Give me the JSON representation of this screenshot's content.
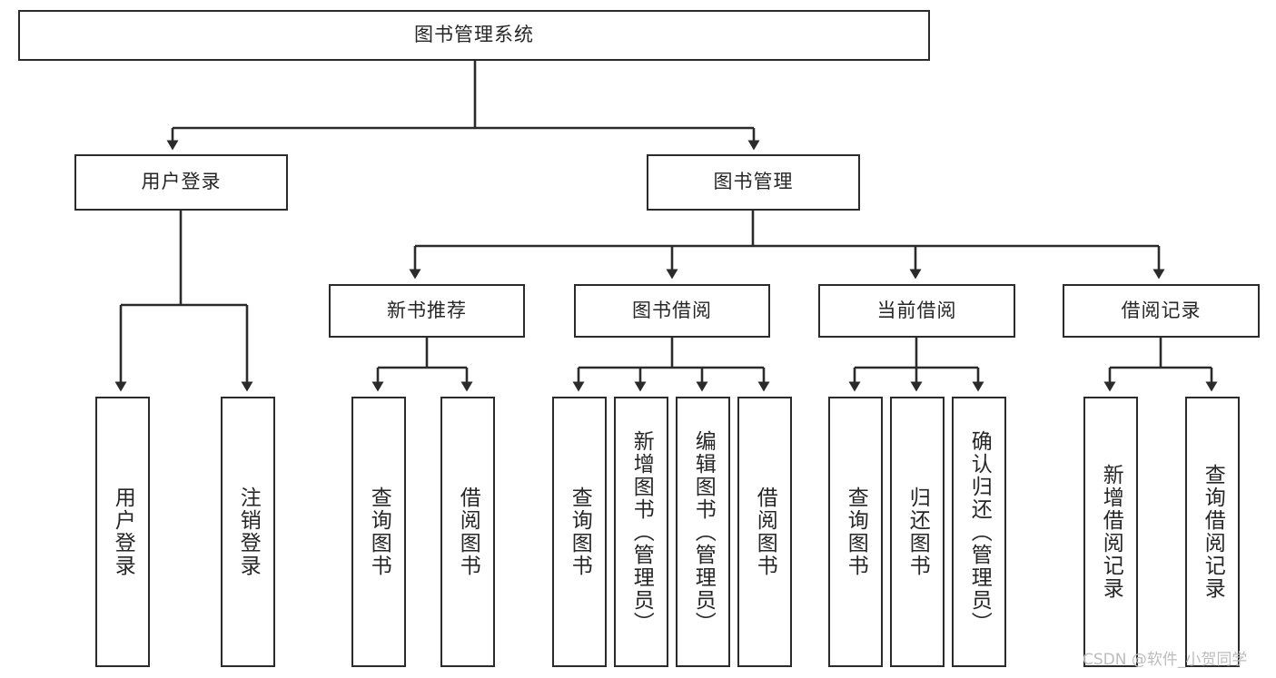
{
  "diagram": {
    "type": "tree-hierarchy",
    "title": "图书管理系统",
    "root": {
      "label": "图书管理系统"
    },
    "level2": [
      {
        "label": "用户登录"
      },
      {
        "label": "图书管理"
      }
    ],
    "level3": [
      {
        "label": "新书推荐"
      },
      {
        "label": "图书借阅"
      },
      {
        "label": "当前借阅"
      },
      {
        "label": "借阅记录"
      }
    ],
    "leaves_user_login": [
      {
        "label": "用户登录"
      },
      {
        "label": "注销登录"
      }
    ],
    "leaves_new_book": [
      {
        "label": "查询图书"
      },
      {
        "label": "借阅图书"
      }
    ],
    "leaves_borrow": [
      {
        "label": "查询图书"
      },
      {
        "label": "新增图书（管理员）"
      },
      {
        "label": "编辑图书（管理员）"
      },
      {
        "label": "借阅图书"
      }
    ],
    "leaves_current": [
      {
        "label": "查询图书"
      },
      {
        "label": "归还图书"
      },
      {
        "label": "确认归还（管理员）"
      }
    ],
    "leaves_records": [
      {
        "label": "新增借阅记录"
      },
      {
        "label": "查询借阅记录"
      }
    ]
  },
  "watermark": {
    "text": "CSDN @软件_小贺同学"
  },
  "colors": {
    "box_border": "#2b2b2b",
    "box_fill": "#ffffff",
    "text": "#262626",
    "connector": "#2b2b2b",
    "watermark": "#bdbdbd",
    "background": "#ffffff"
  }
}
